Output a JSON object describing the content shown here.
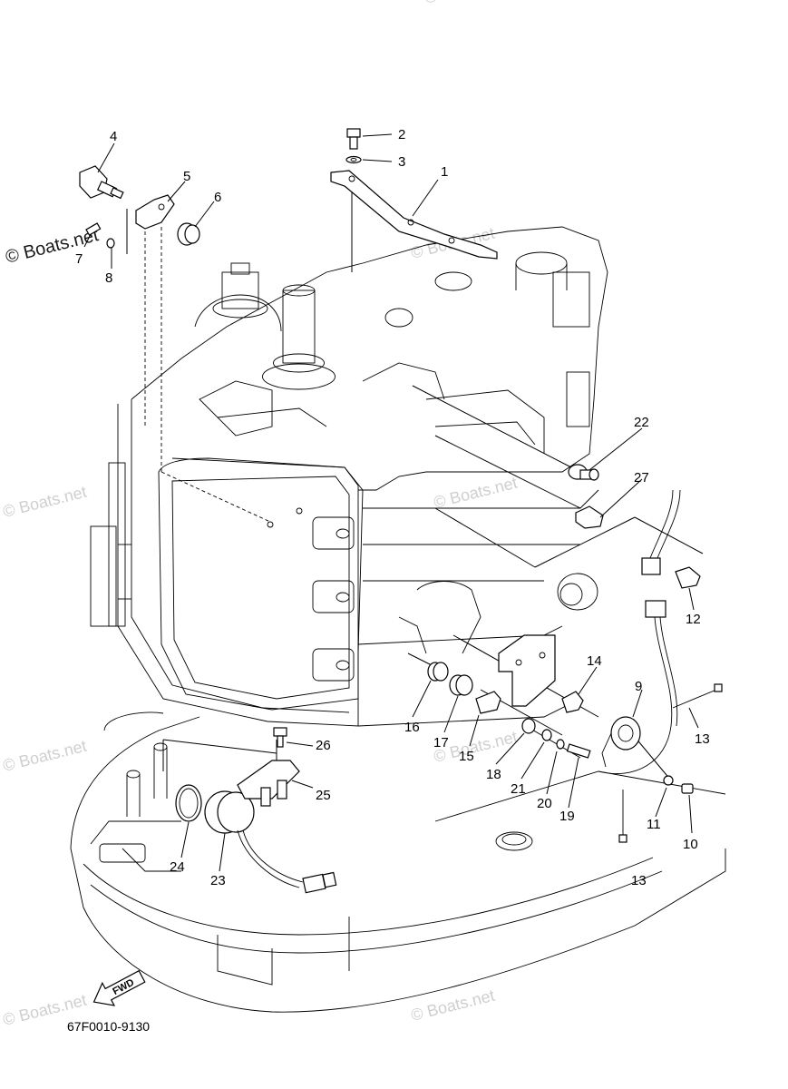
{
  "diagram": {
    "drawing_code": "67F0010-9130",
    "fwd_label": "FWD",
    "watermark_text": "© Boats.net",
    "callouts": [
      "1",
      "2",
      "3",
      "4",
      "5",
      "6",
      "7",
      "8",
      "9",
      "10",
      "11",
      "12",
      "13",
      "13",
      "14",
      "15",
      "16",
      "17",
      "18",
      "19",
      "20",
      "21",
      "22",
      "23",
      "24",
      "25",
      "26",
      "27"
    ]
  }
}
